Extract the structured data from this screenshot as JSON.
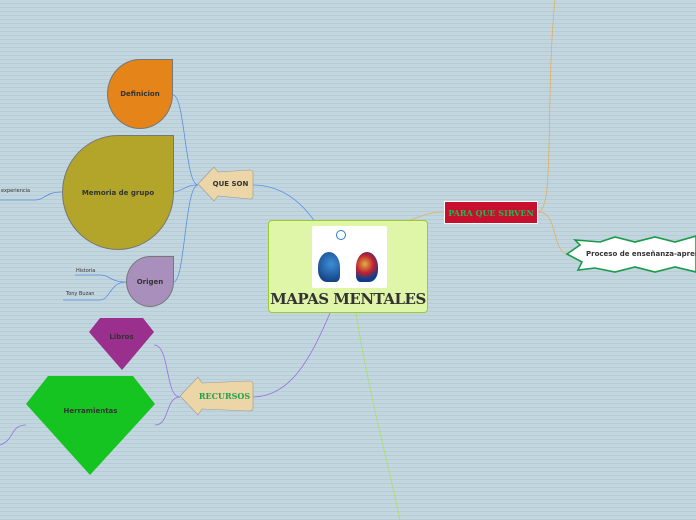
{
  "central": {
    "title": "MAPAS MENTALES",
    "image": "two-heads-brain-illustration",
    "bg": "#dff5a8"
  },
  "que_son": {
    "label": "QUE SON",
    "children": [
      {
        "label": "Definicion",
        "color": "#e48419"
      },
      {
        "label": "Memoria de grupo",
        "color": "#b3a42a",
        "children": [
          "experiencia"
        ]
      },
      {
        "label": "Origen",
        "color": "#a98fbb",
        "children": [
          "Historia",
          "Tony Buzan"
        ]
      }
    ]
  },
  "para_que_sirven": {
    "label": "PARA QUE SIRVEN",
    "bg": "#c8102e",
    "text_color": "#1db954",
    "children": [
      "Proceso de enseñanza-aprendizaje"
    ]
  },
  "recursos": {
    "label": "RECURSOS",
    "text_color": "#1aa34a",
    "children": [
      {
        "label": "Libros",
        "color": "#9b2f8e"
      },
      {
        "label": "Herramientas",
        "color": "#16c421"
      }
    ]
  }
}
